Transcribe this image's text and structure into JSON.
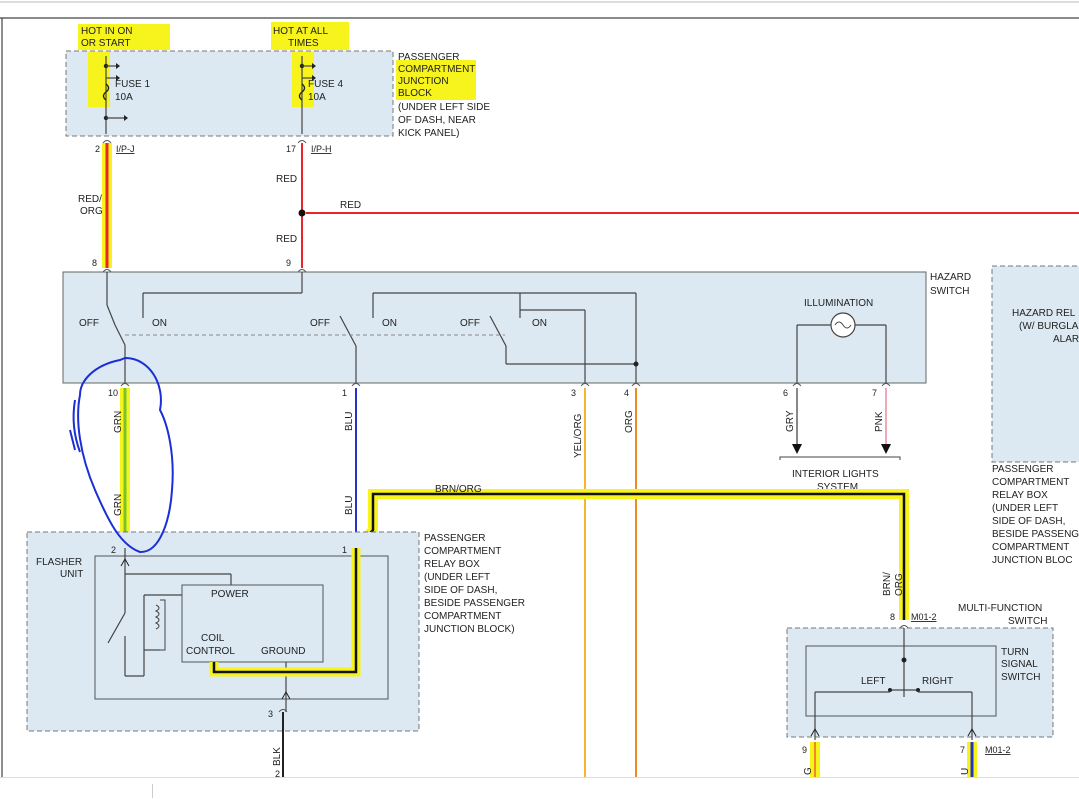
{
  "fuses": {
    "hot_run_1": "HOT IN ON",
    "hot_run_2": "OR START",
    "hot_always_1": "HOT AT ALL",
    "hot_always_2": "TIMES",
    "fuse1_name": "FUSE 1",
    "fuse1_amp": "10A",
    "fuse4_name": "FUSE 4",
    "fuse4_amp": "10A",
    "junction_lines": [
      "PASSENGER",
      "COMPARTMENT",
      "JUNCTION",
      "BLOCK",
      "(UNDER LEFT SIDE",
      "OF DASH, NEAR",
      "KICK PANEL)"
    ]
  },
  "connectors": {
    "ipj_pin": "2",
    "ipj": "I/P-J",
    "iph_pin": "17",
    "iph": "I/P-H"
  },
  "wires": {
    "red_org_1": "RED/",
    "red_org_2": "ORG",
    "red_up": "RED",
    "red_down": "RED",
    "red_branch": "RED",
    "grn_1": "GRN",
    "grn_2": "GRN",
    "blu_1": "BLU",
    "blu_2": "BLU",
    "yel_org": "YEL/ORG",
    "org": "ORG",
    "gry": "GRY",
    "pnk": "PNK",
    "brn_org_h": "BRN/ORG",
    "brn_org_v1": "BRN/",
    "brn_org_v2": "ORG",
    "blk": "BLK"
  },
  "hazard": {
    "title_1": "HAZARD",
    "title_2": "SWITCH",
    "pin_in1": "8",
    "pin_in2": "9",
    "off": "OFF",
    "on": "ON",
    "illumination": "ILLUMINATION",
    "pins_out": [
      "10",
      "1",
      "3",
      "4",
      "6",
      "7"
    ],
    "interior_1": "INTERIOR LIGHTS",
    "interior_2": "SYSTEM"
  },
  "hazard_relay": {
    "lines": [
      "HAZARD REL",
      "(W/ BURGLA",
      "ALAR"
    ]
  },
  "relay_box_right": {
    "lines": [
      "PASSENGER",
      "COMPARTMENT",
      "RELAY BOX",
      "(UNDER LEFT",
      "SIDE OF DASH,",
      "BESIDE PASSENG",
      "COMPARTMENT",
      "JUNCTION BLOC"
    ]
  },
  "flasher": {
    "name_1": "FLASHER",
    "name_2": "UNIT",
    "power": "POWER",
    "coil_1": "COIL",
    "coil_2": "CONTROL",
    "ground": "GROUND",
    "pin_top_left": "2",
    "pin_top_right": "1",
    "pin_bottom": "3",
    "pin_blk": "2"
  },
  "relay_box": {
    "lines": [
      "PASSENGER",
      "COMPARTMENT",
      "RELAY BOX",
      "(UNDER LEFT",
      "SIDE OF DASH,",
      "BESIDE PASSENGER",
      "COMPARTMENT",
      "JUNCTION BLOCK)"
    ]
  },
  "multifunction": {
    "pin_top": "8",
    "conn_top": "M01-2",
    "title_1": "MULTI-FUNCTION",
    "title_2": "SWITCH",
    "turn_1": "TURN",
    "turn_2": "SIGNAL",
    "turn_3": "SWITCH",
    "left": "LEFT",
    "right": "RIGHT",
    "pin_bl": "9",
    "pin_br": "7",
    "conn_br": "M01-2",
    "wire_bl": "G",
    "wire_br": "U"
  },
  "colors": {
    "red": "#e8262a",
    "yellow": "#f7f31c",
    "green": "#78c42a",
    "blue": "#2434c8",
    "orange": "#f08a24",
    "yellow_orange": "#f5b531",
    "pink": "#f4a7b9",
    "annotation": "#1a2fd6"
  }
}
